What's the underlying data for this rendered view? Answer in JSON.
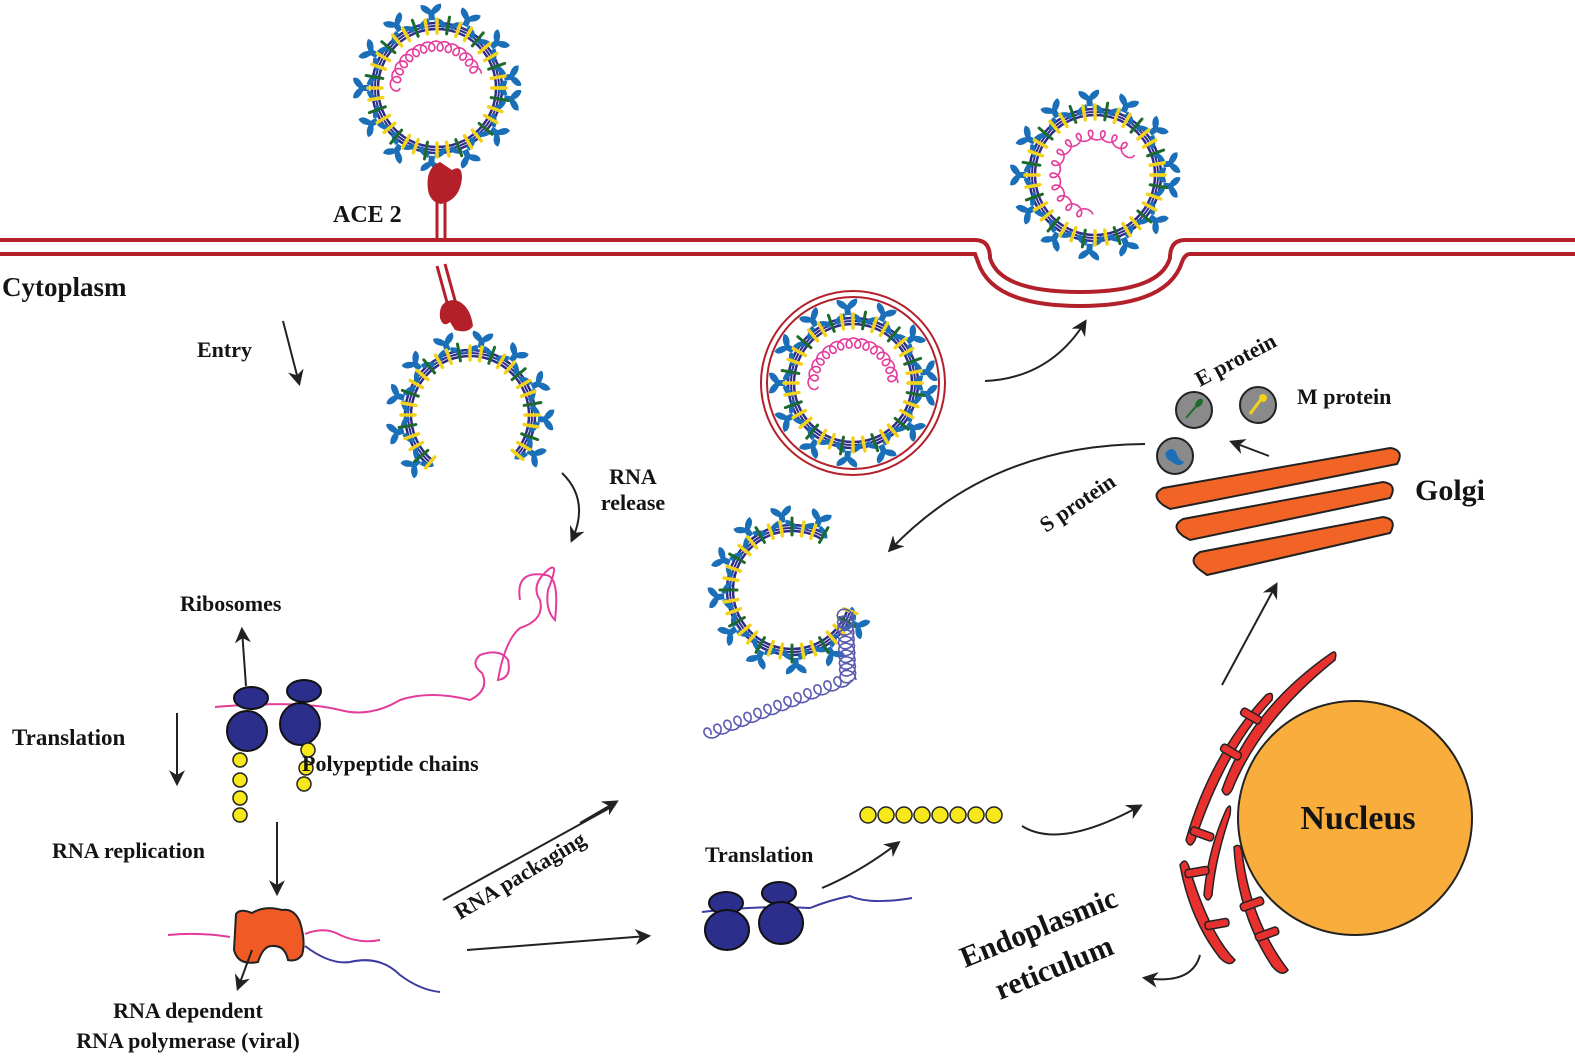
{
  "title": "SARS-CoV-2 replication cycle",
  "labels": {
    "ace2": "ACE 2",
    "cytoplasm": "Cytoplasm",
    "entry": "Entry",
    "rna_release_1": "RNA",
    "rna_release_2": "release",
    "ribosomes": "Ribosomes",
    "translation_left": "Translation",
    "polypeptide": "Polypeptide chains",
    "rna_replication": "RNA replication",
    "rdrp_1": "RNA dependent",
    "rdrp_2": "RNA polymerase (viral)",
    "rna_packaging": "RNA packaging",
    "translation_mid": "Translation",
    "er_1": "Endoplasmic",
    "er_2": "reticulum",
    "nucleus": "Nucleus",
    "golgi": "Golgi",
    "e_protein": "E protein",
    "m_protein": "M protein",
    "s_protein": "S protein"
  },
  "colors": {
    "membrane": "#b3202a",
    "spike": "#1a6fb8",
    "envelope": "#2e2d8a",
    "m_marker": "#f2d21b",
    "e_marker": "#1d6b2a",
    "rna_pos": "#e43c9c",
    "rna_neg": "#5a5ab0",
    "ribosome": "#2b2e8a",
    "peptide": "#f6e81a",
    "rdrp": "#f05a24",
    "golgi": "#f26426",
    "er": "#e8312f",
    "nucleus": "#f8ad3c",
    "protein_vesicle": "#8a8a8a"
  }
}
